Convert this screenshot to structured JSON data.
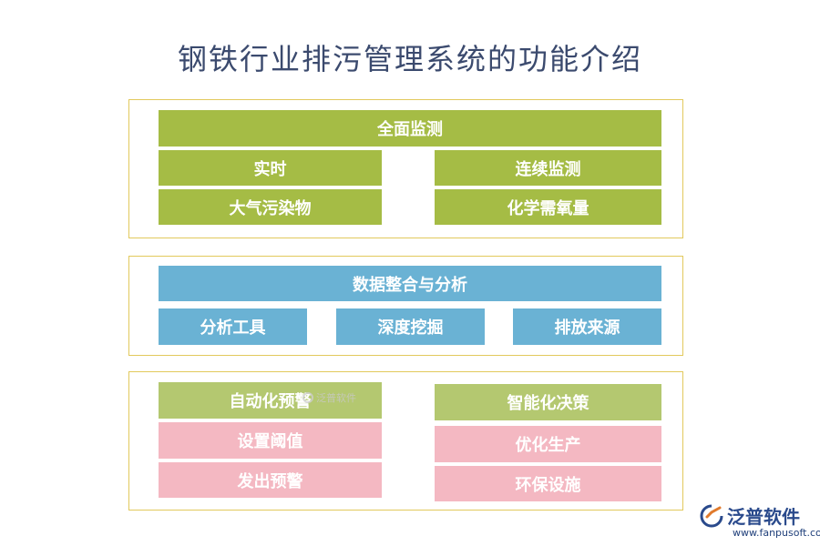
{
  "title": "钢铁行业排污管理系统的功能介绍",
  "section1": {
    "header": "全面监测",
    "left": [
      "实时",
      "大气污染物"
    ],
    "right": [
      "连续监测",
      "化学需氧量"
    ]
  },
  "section2": {
    "header": "数据整合与分析",
    "items": [
      "分析工具",
      "深度挖掘",
      "排放来源"
    ]
  },
  "section3": {
    "left_header": "自动化预警",
    "left_items": [
      "设置阈值",
      "发出预警"
    ],
    "right_header": "智能化决策",
    "right_items": [
      "优化生产",
      "环保设施"
    ]
  },
  "watermark": {
    "text": "泛普软件"
  },
  "logo": {
    "name": "泛普软件",
    "url": "www.fanpusoft.com"
  },
  "colors": {
    "green": "#a5bc45",
    "blue": "#6ab2d4",
    "light_green": "#b4c870",
    "pink": "#f4b8c2",
    "border": "#e2c95c",
    "title": "#3b4a6e"
  }
}
